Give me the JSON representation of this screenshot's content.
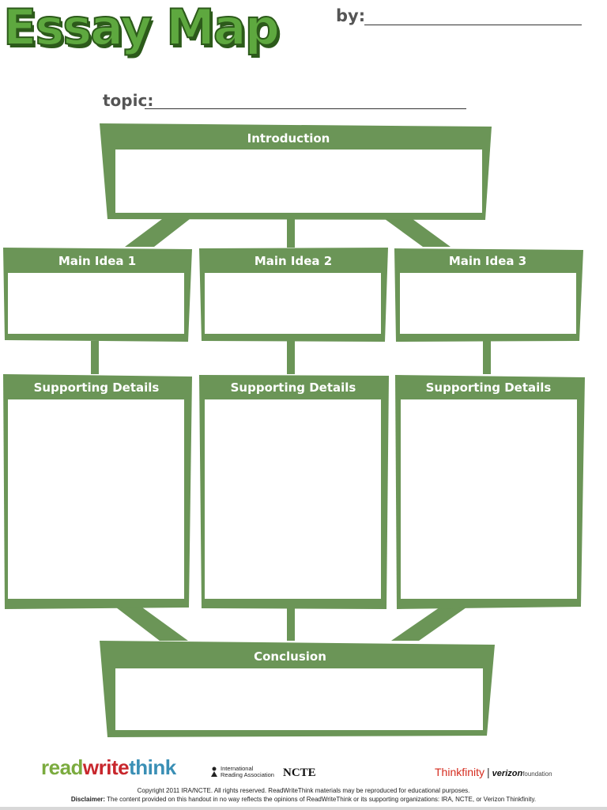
{
  "header": {
    "title": "Essay Map",
    "by_label": "by:",
    "topic_label": "topic:"
  },
  "map": {
    "introduction": "Introduction",
    "main_ideas": [
      "Main Idea 1",
      "Main Idea 2",
      "Main Idea 3"
    ],
    "supporting_details": [
      "Supporting Details",
      "Supporting Details",
      "Supporting Details"
    ],
    "conclusion": "Conclusion"
  },
  "colors": {
    "frame_green": "#6b9557",
    "title_green": "#5ea83f",
    "title_outline": "#2c5a1a"
  },
  "footer": {
    "rwt_read": "read",
    "rwt_write": "write",
    "rwt_think": "think",
    "ira_line1": "International",
    "ira_line2": "Reading Association",
    "ncte": "NCTE",
    "thinkfinity": "Thinkfinity",
    "separator": "|",
    "verizon": "verizon",
    "verizon_foundation": "foundation",
    "copyright": "Copyright 2011 IRA/NCTE. All rights reserved. ReadWriteThink materials may be reproduced for educational purposes.",
    "disclaimer_label": "Disclaimer:",
    "disclaimer_text": " The content provided on this handout in no way reflects the opinions of ReadWriteThink or its supporting organizations: IRA, NCTE, or Verizon Thinkfinity."
  }
}
